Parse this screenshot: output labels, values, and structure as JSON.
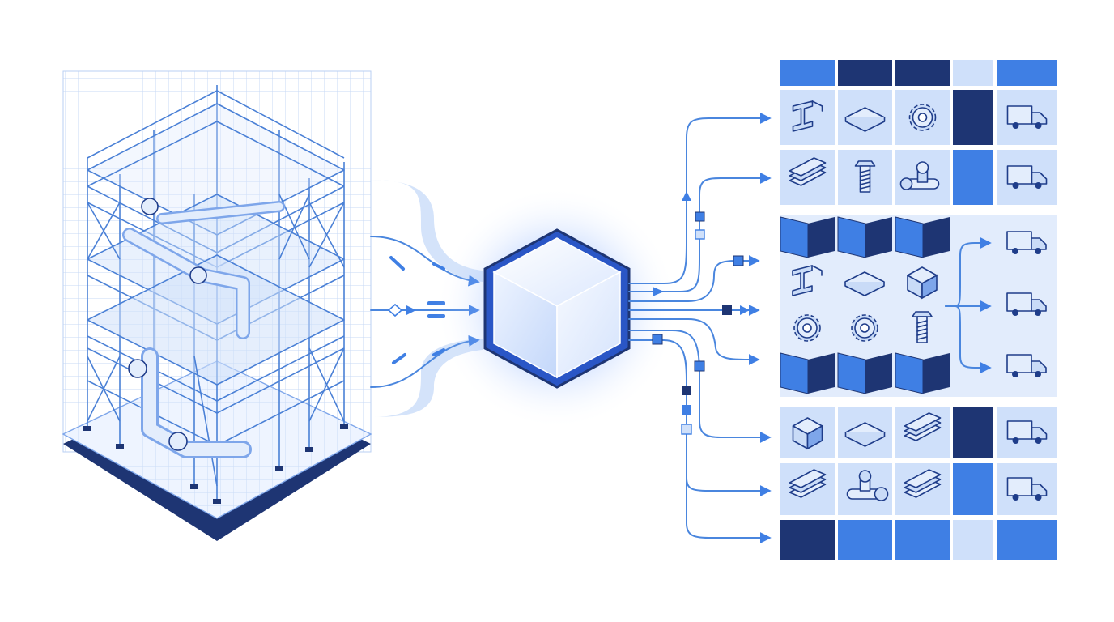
{
  "colors": {
    "dark_navy": "#1e3573",
    "mid_blue": "#3f7fe4",
    "light_blue": "#cfe0fa",
    "pale_blue": "#e2ecfc",
    "line_blue": "#4a86de",
    "cube_face": "#f2f7ff"
  },
  "diagram": {
    "source": "isometric-scaffold-pipe-structure",
    "processor": "glowing-isometric-cube",
    "output": "sorted-component-grid-with-delivery-trucks"
  },
  "grid": {
    "top_row": [
      "mid_blue",
      "dark_navy",
      "dark_navy",
      "light_blue",
      "mid_blue"
    ],
    "row_1": [
      "i-beam-icon",
      "plate-icon",
      "gear-icon",
      "dark_navy",
      "truck-icon"
    ],
    "row_2": [
      "angle-bundle-icon",
      "bolt-icon",
      "valve-icon",
      "mid_blue",
      "truck-icon"
    ],
    "middle_block": {
      "panels_top": [
        "mid_blue",
        "mid_blue",
        "mid_blue"
      ],
      "icons_1": [
        "i-beam-icon",
        "plate-icon",
        "block-icon"
      ],
      "icons_2": [
        "gear-icon",
        "gear-icon",
        "bolt-icon"
      ],
      "panels_bottom": [
        "mid_blue",
        "mid_blue",
        "mid_blue"
      ],
      "trucks": [
        "truck-icon",
        "truck-icon",
        "truck-icon"
      ]
    },
    "row_3": [
      "cube-icon",
      "plate-icon",
      "angle-bundle-icon",
      "dark_navy",
      "truck-icon"
    ],
    "row_4": [
      "angle-bundle-icon",
      "pipe-tee-icon",
      "angle-bundle-icon",
      "mid_blue",
      "truck-icon"
    ],
    "bottom_row": [
      "dark_navy",
      "mid_blue",
      "mid_blue",
      "light_blue",
      "mid_blue"
    ]
  }
}
